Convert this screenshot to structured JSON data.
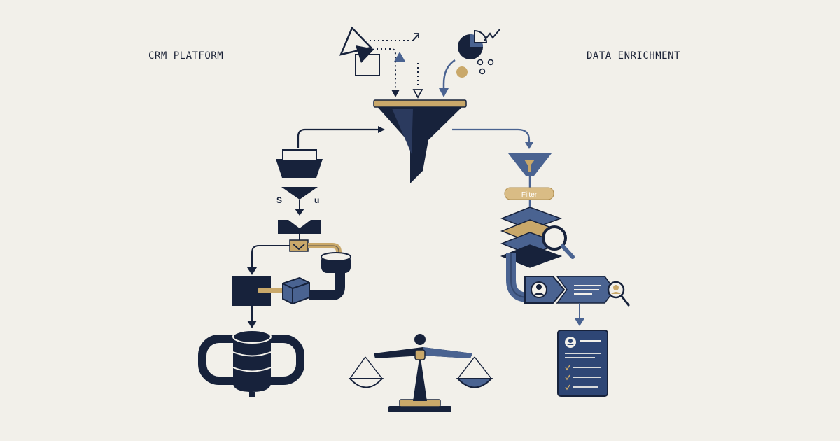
{
  "labels": {
    "crm_platform": "CRM PLATFORM",
    "data_enrichment": "DATA ENRICHMENT",
    "filter": "Filter",
    "s_letter": "S",
    "u_letter": "u"
  },
  "colors": {
    "background": "#f2f0ea",
    "navy": "#17223b",
    "slate_blue": "#4a6391",
    "gold": "#c9a86a"
  }
}
